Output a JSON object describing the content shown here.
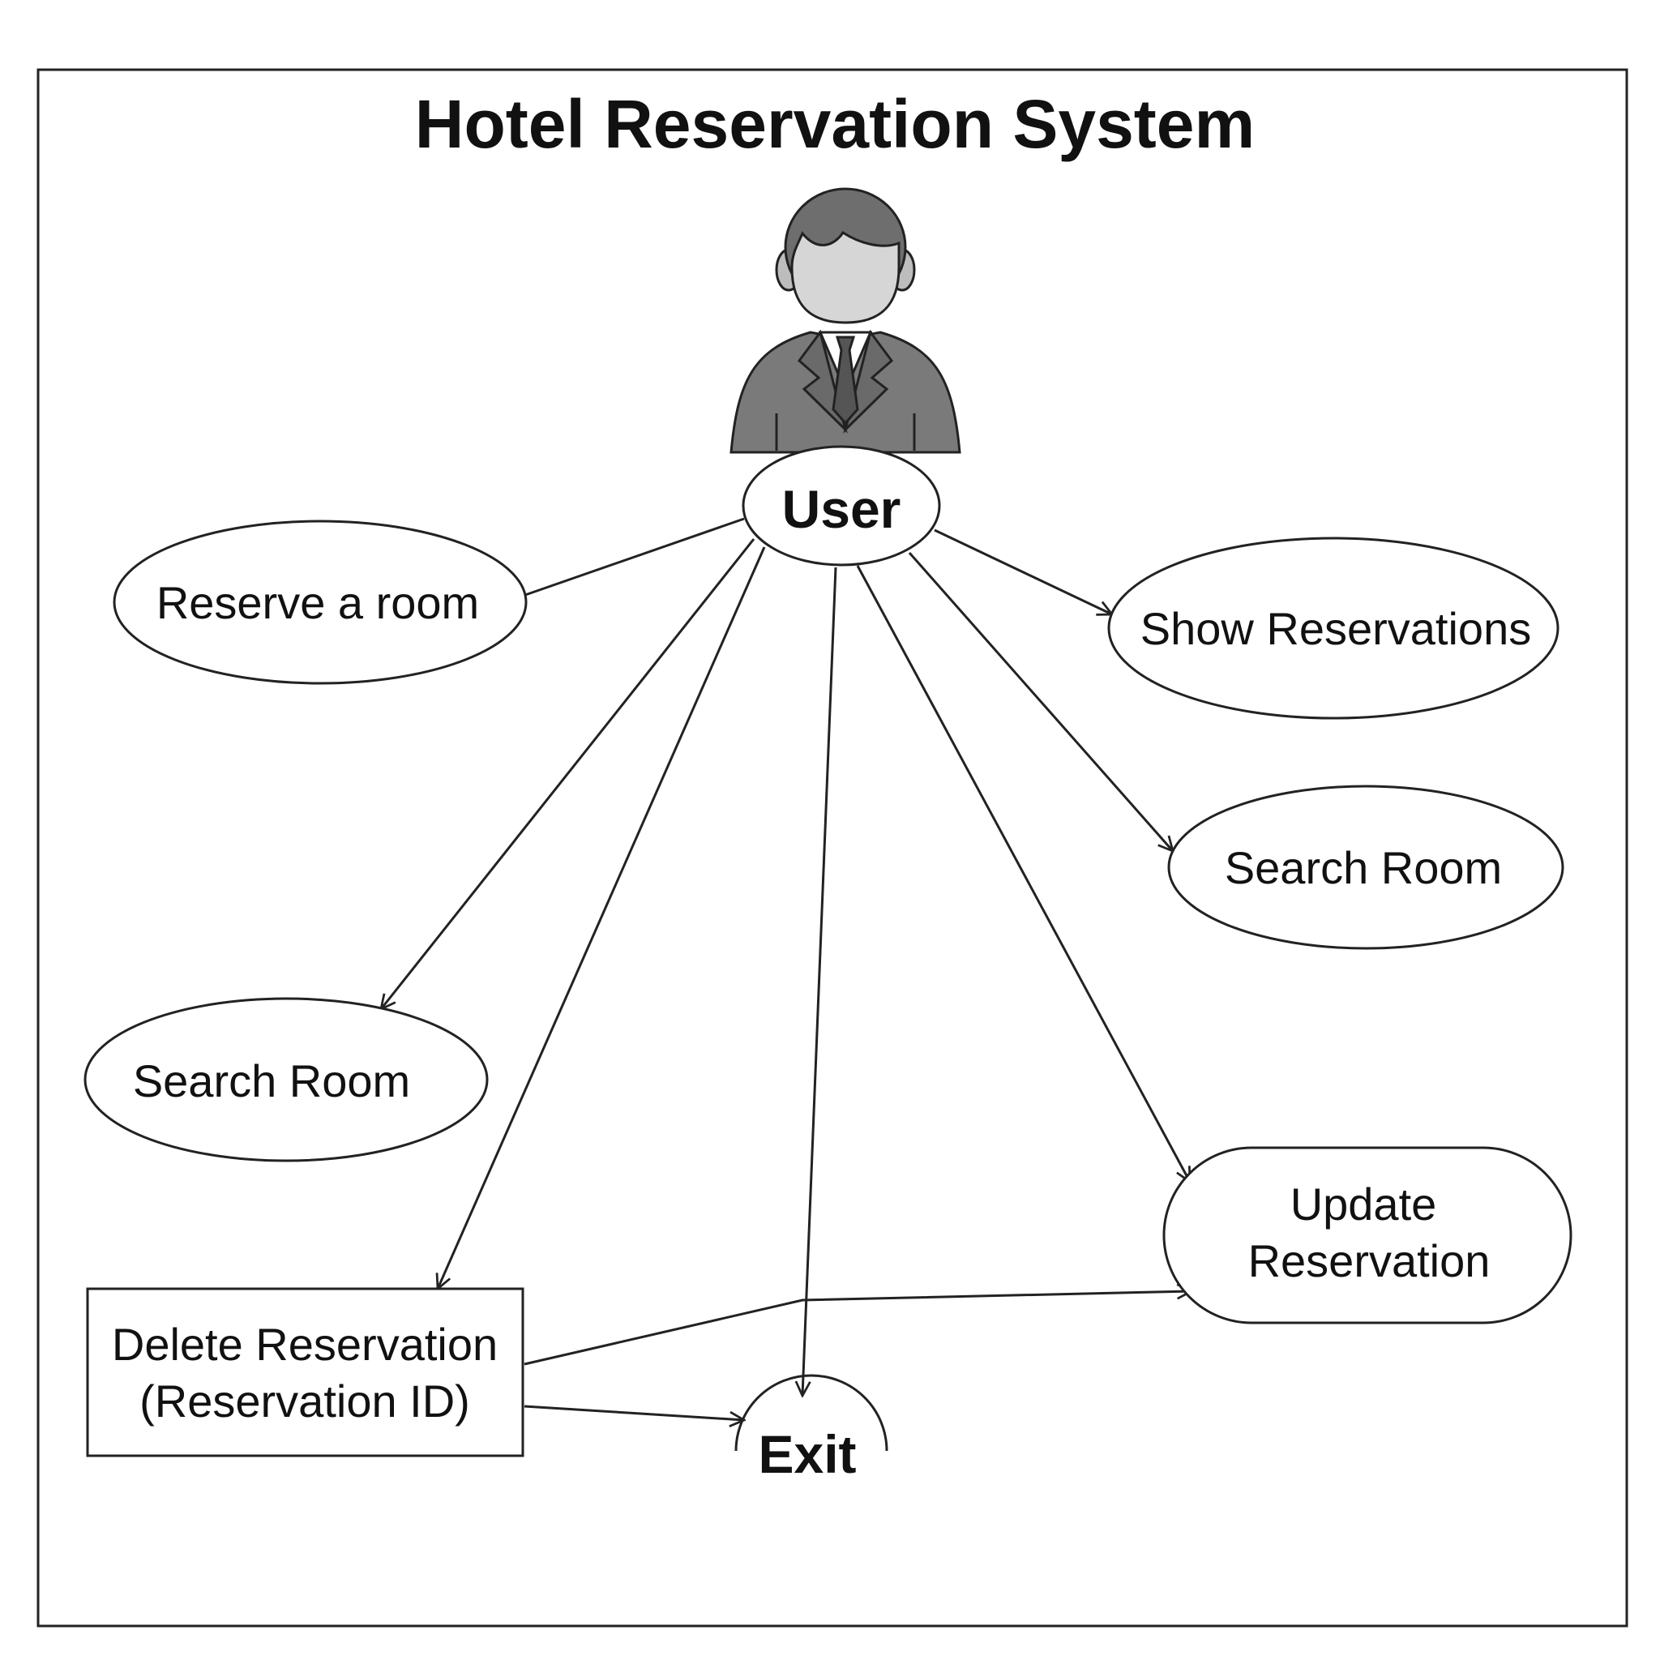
{
  "title": "Hotel Reservation System",
  "actor": {
    "label": "User",
    "icon": "businessman-icon"
  },
  "use_cases": [
    {
      "id": "reserve-room",
      "label": "Reserve a room"
    },
    {
      "id": "show-reservations",
      "label": "Show Reservations"
    },
    {
      "id": "search-room-right",
      "label": "Search Room"
    },
    {
      "id": "search-room-left",
      "label": "Search Room"
    },
    {
      "id": "update-reservation",
      "label_line1": "Update",
      "label_line2": "Reservation"
    },
    {
      "id": "delete-reservation",
      "label_line1": "Delete Reservation",
      "label_line2": "(Reservation ID)"
    },
    {
      "id": "exit",
      "label": "Exit"
    }
  ],
  "edges": [
    {
      "from": "User",
      "to": "Reserve a room",
      "arrow": false
    },
    {
      "from": "User",
      "to": "Show Reservations",
      "arrow": true
    },
    {
      "from": "User",
      "to": "Search Room",
      "arrow": true
    },
    {
      "from": "User",
      "to": "Search Room",
      "arrow": true
    },
    {
      "from": "User",
      "to": "Delete Reservation (Reservation ID)",
      "arrow": true
    },
    {
      "from": "User",
      "to": "Exit",
      "arrow": true
    },
    {
      "from": "User",
      "to": "Update Reservation",
      "arrow": true
    },
    {
      "from": "Delete Reservation (Reservation ID)",
      "to": "Update Reservation",
      "arrow": true
    },
    {
      "from": "Delete Reservation (Reservation ID)",
      "to": "Exit",
      "arrow": true
    }
  ],
  "colors": {
    "line": "#222222",
    "suit": "#7a7a7a",
    "hair": "#6e6e6e",
    "face": "#d6d6d6",
    "background": "#ffffff"
  }
}
